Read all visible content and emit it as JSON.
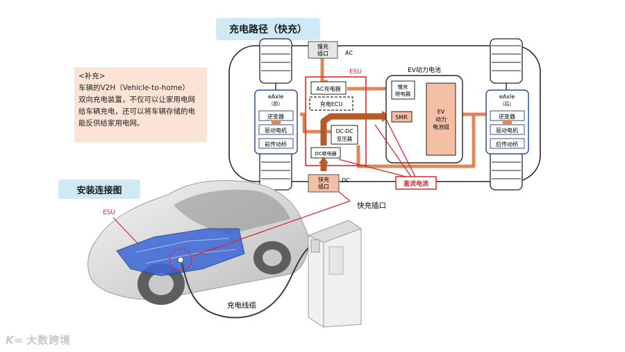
{
  "title": "充电路径（快充）",
  "note": {
    "heading": "<补充>",
    "lines": [
      "车辆的V2H（Vehicle-to-home）",
      "双向充电装置，不仅可以让家用电网",
      "给车辆充电，还可以将车辆存储的电",
      "能反供给家用电网。"
    ]
  },
  "diagram": {
    "slow_port": [
      "慢充",
      "插口"
    ],
    "ac_label": "AC",
    "esu_label": "ESU",
    "ev_battery_label": "EV动力电池",
    "ac_charger": "AC充电器",
    "charge_ecu": "充电ECU",
    "dcdc": [
      "DC-DC",
      "变压器"
    ],
    "dc_relay": "DC继电器",
    "slow_relay": [
      "慢充",
      "继电器"
    ],
    "smr": "SMR",
    "ev_pack": [
      "EV",
      "动力",
      "电池组"
    ],
    "front_eaxle": {
      "title": "eAxle",
      "sub": "（前）",
      "items": [
        "逆变器",
        "驱动电机",
        "前传动桥"
      ]
    },
    "rear_eaxle": {
      "title": "eAxle",
      "sub": "（后）",
      "items": [
        "逆变器",
        "驱动电机",
        "后传动桥"
      ]
    },
    "fast_port": [
      "快充",
      "插口"
    ],
    "dc_label": "DC",
    "dc_current": "直流电流"
  },
  "install": {
    "title": "安装连接图",
    "esu_label": "ESU",
    "fast_port_label": "快充插口",
    "cable_label": "充电线缆"
  },
  "watermark": {
    "logo": "K∞",
    "text": "大数跨境"
  },
  "colors": {
    "orange_path": "#e0875a",
    "fast_path": "#b65a2a",
    "esu_red": "#e2232a",
    "eaxle_blue": "#2f4f9a",
    "pill_bg": "#cfeaf5",
    "note_bg": "#fbe4d6",
    "battery_fill": "#f3c0a5"
  }
}
